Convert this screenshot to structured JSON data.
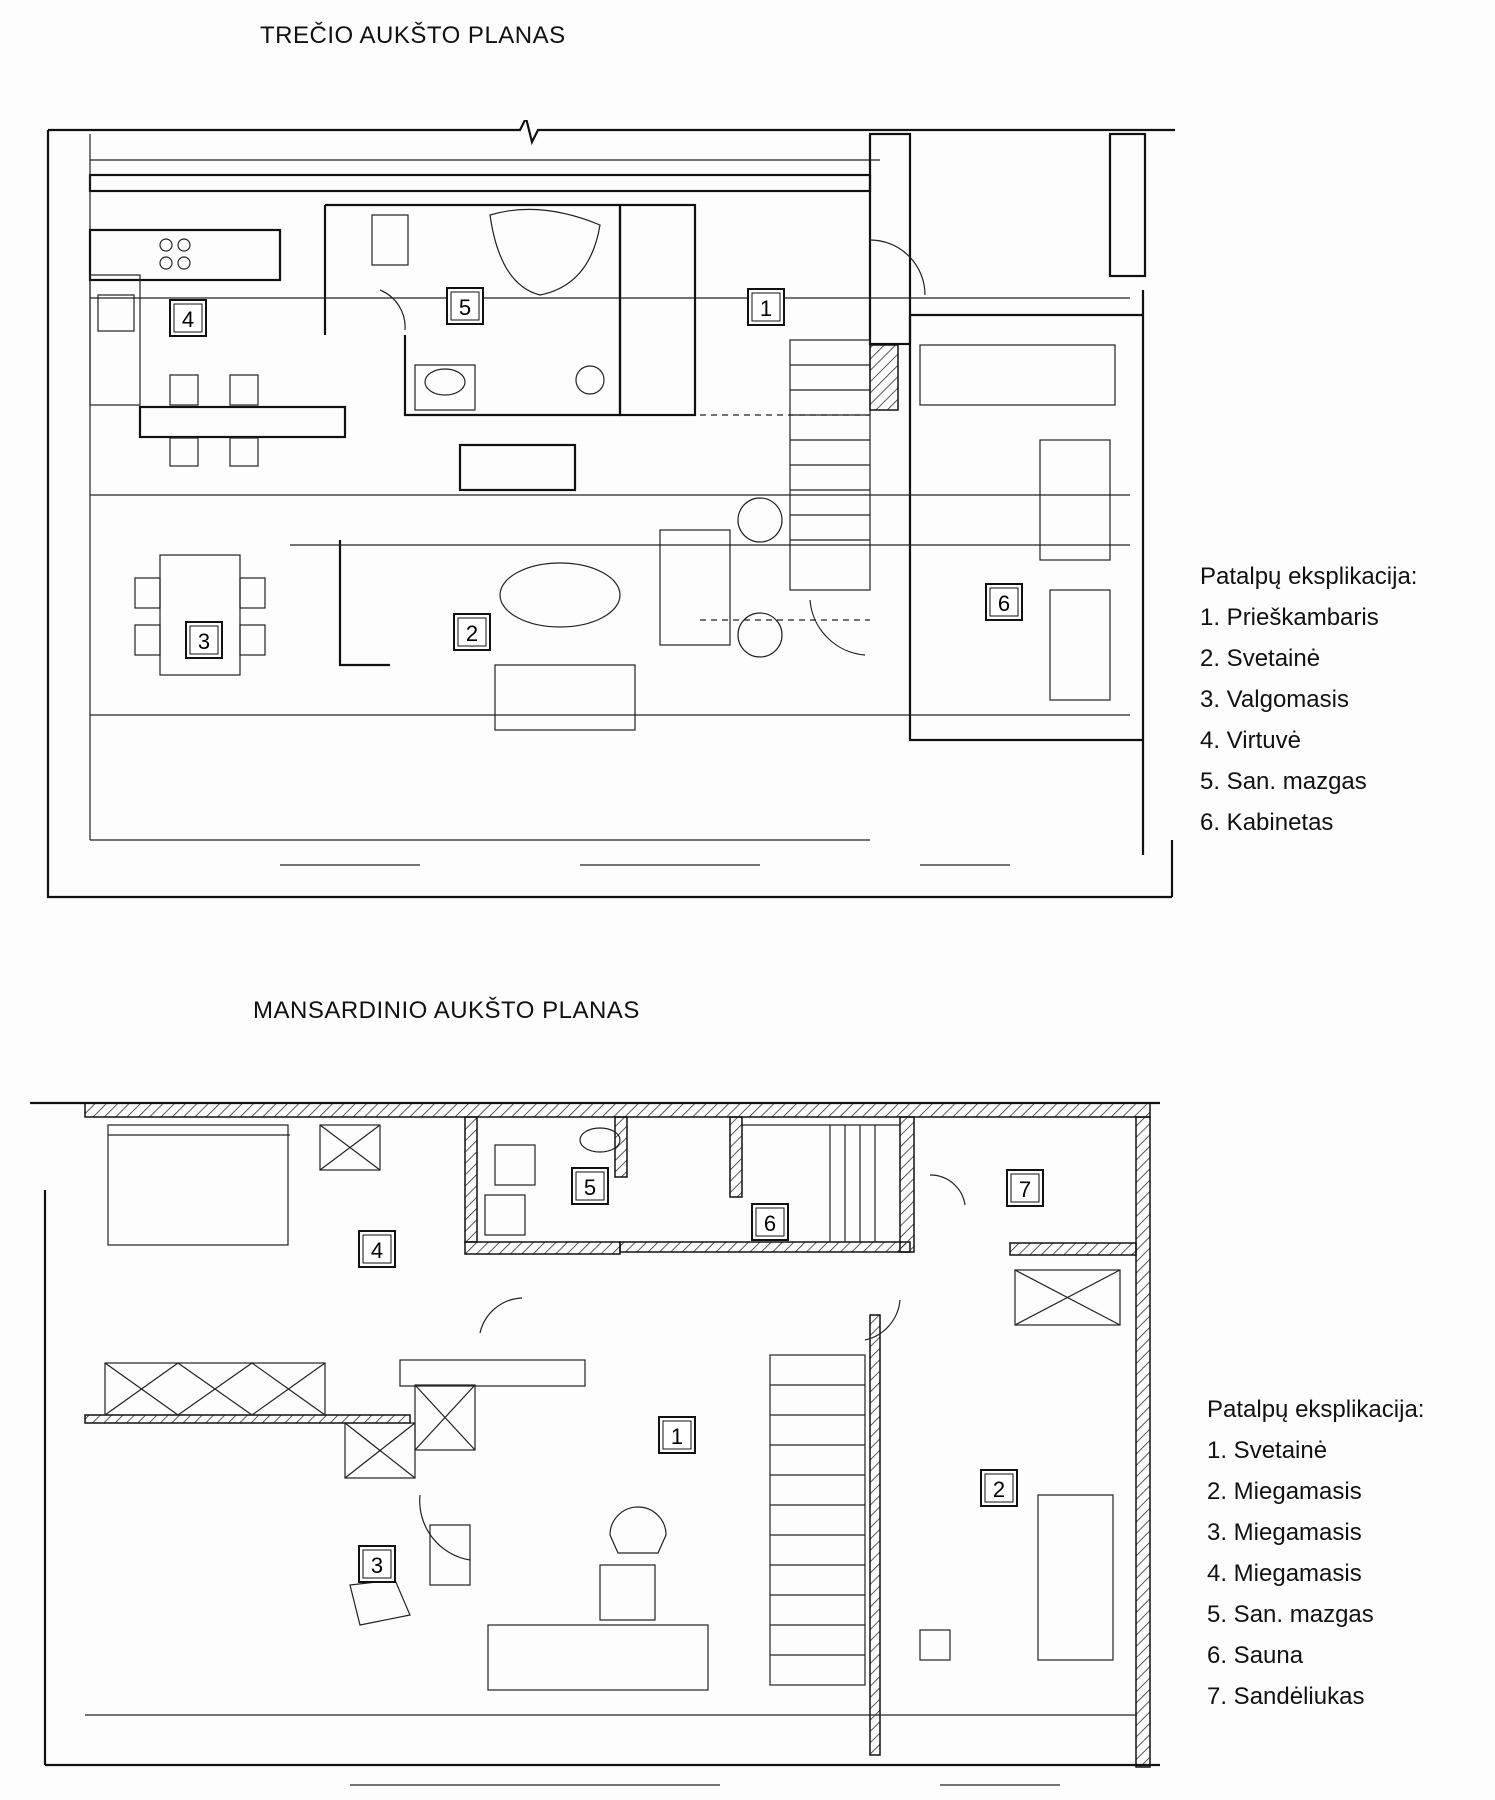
{
  "top_plan": {
    "title": "TREČIO  AUKŠTO PLANAS",
    "legend_header": "Patalpų eksplikacija:",
    "legend": [
      "1. Prieškambaris",
      "2. Svetainė",
      "3. Valgomasis",
      "4. Virtuvė",
      "5. San. mazgas",
      "6. Kabinetas"
    ],
    "room_numbers": [
      "1",
      "2",
      "3",
      "4",
      "5",
      "6"
    ]
  },
  "bottom_plan": {
    "title": "MANSARDINIO  AUKŠTO PLANAS",
    "legend_header": "Patalpų eksplikacija:",
    "legend": [
      "1. Svetainė",
      "2. Miegamasis",
      "3. Miegamasis",
      "4. Miegamasis",
      "5. San. mazgas",
      "6. Sauna",
      "7. Sandėliukas"
    ],
    "room_numbers": [
      "1",
      "2",
      "3",
      "4",
      "5",
      "6",
      "7"
    ]
  }
}
